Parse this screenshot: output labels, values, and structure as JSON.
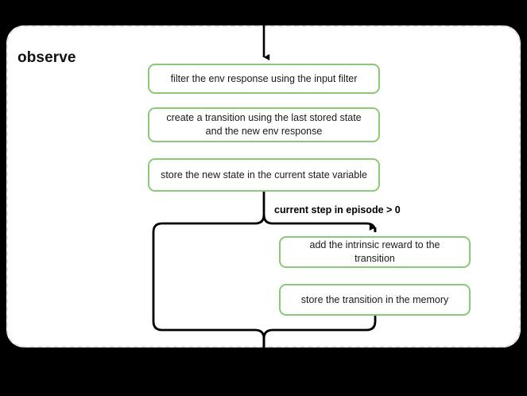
{
  "diagram": {
    "type": "flowchart",
    "title": "observe",
    "background_color": "#000000",
    "container": {
      "label": "observe",
      "border_style": "dashed",
      "border_color": "#e0e0e0",
      "fill_color": "#ffffff"
    },
    "node_style": {
      "border_color": "#8cc879",
      "fill_color": "#ffffff",
      "text_color": "#1a1a1a"
    },
    "edge_color": "#000000",
    "nodes": [
      {
        "id": "filter",
        "label": "filter the env response using the input filter"
      },
      {
        "id": "create",
        "label": "create a transition using the last stored state and the new env response"
      },
      {
        "id": "store_state",
        "label": "store the new state in the current state variable"
      },
      {
        "id": "intrinsic",
        "label": "add the intrinsic reward to the transition"
      },
      {
        "id": "store_transition",
        "label": "store the transition in the memory"
      }
    ],
    "edges": [
      {
        "id": "entry",
        "from": "external-top",
        "to": "filter",
        "label": ""
      },
      {
        "id": "branch-condition",
        "from": "store_state",
        "to": "intrinsic",
        "label": "current step in episode > 0"
      },
      {
        "id": "branch-bypass",
        "from": "store_state",
        "to": "merge",
        "label": ""
      },
      {
        "id": "exit",
        "from": "merge",
        "to": "external-bottom",
        "label": ""
      }
    ]
  }
}
